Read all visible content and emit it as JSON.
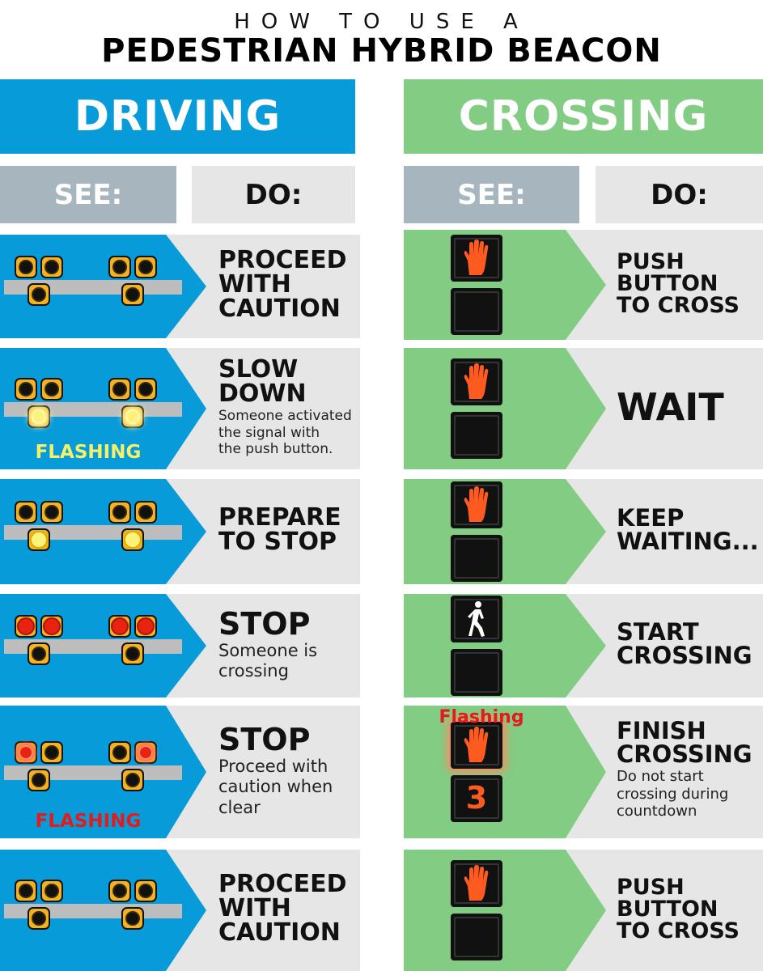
{
  "title": {
    "line1": "HOW TO USE A",
    "line2": "PEDESTRIAN HYBRID BEACON"
  },
  "driving": {
    "header": "DRIVING",
    "see_label": "SEE:",
    "do_label": "DO:",
    "rows": [
      {
        "action": [
          "PROCEED",
          "WITH",
          "CAUTION"
        ],
        "sub": [],
        "beacon": "dark",
        "label": ""
      },
      {
        "action": [
          "SLOW",
          "DOWN"
        ],
        "sub": [
          "Someone activated",
          "the signal with",
          "the push button."
        ],
        "beacon": "yellow-flashing",
        "label": "FLASHING"
      },
      {
        "action": [
          "PREPARE",
          "TO STOP"
        ],
        "sub": [],
        "beacon": "yellow-steady",
        "label": ""
      },
      {
        "action": [
          "STOP"
        ],
        "sub": [
          "Someone is",
          "crossing"
        ],
        "beacon": "red-steady",
        "label": ""
      },
      {
        "action": [
          "STOP"
        ],
        "sub": [
          "Proceed with",
          "caution when",
          "clear"
        ],
        "beacon": "red-flashing",
        "label": "FLASHING"
      },
      {
        "action": [
          "PROCEED",
          "WITH",
          "CAUTION"
        ],
        "sub": [],
        "beacon": "dark",
        "label": ""
      }
    ]
  },
  "crossing": {
    "header": "CROSSING",
    "see_label": "SEE:",
    "do_label": "DO:",
    "rows": [
      {
        "action": [
          "PUSH",
          "BUTTON",
          "TO CROSS"
        ],
        "sub": [],
        "signal": "hand",
        "label": "",
        "countdown": ""
      },
      {
        "action": [
          "WAIT"
        ],
        "sub": [],
        "signal": "hand",
        "label": "",
        "countdown": ""
      },
      {
        "action": [
          "KEEP",
          "WAITING..."
        ],
        "sub": [],
        "signal": "hand",
        "label": "",
        "countdown": ""
      },
      {
        "action": [
          "START",
          "CROSSING"
        ],
        "sub": [],
        "signal": "walk",
        "label": "",
        "countdown": ""
      },
      {
        "action": [
          "FINISH",
          "CROSSING"
        ],
        "sub": [
          "Do not start",
          "crossing during",
          "countdown"
        ],
        "signal": "hand-flashing",
        "label": "Flashing",
        "countdown": "3"
      },
      {
        "action": [
          "PUSH",
          "BUTTON",
          "TO CROSS"
        ],
        "sub": [],
        "signal": "hand",
        "label": "",
        "countdown": ""
      }
    ]
  },
  "colors": {
    "blue": "#079bd9",
    "green": "#82cc83",
    "amber": "#f3b124",
    "yellow_on": "#fff27a",
    "red_on": "#e8230f",
    "hand_orange": "#ff5a1f",
    "flash_yellow_text": "#f4f06a",
    "flash_red_text": "#e21c1c"
  }
}
